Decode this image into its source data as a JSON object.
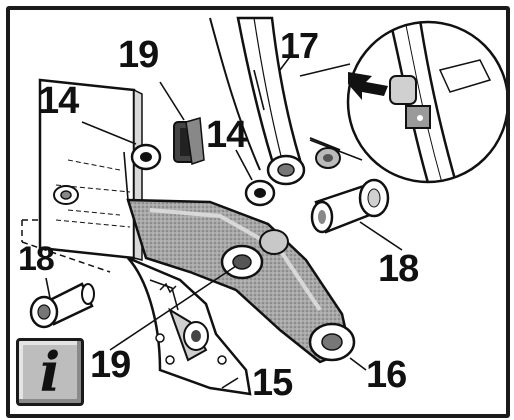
{
  "callouts": {
    "c17": "17",
    "c19_top": "19",
    "c14_left": "14",
    "c14_right": "14",
    "c18_right": "18",
    "c18_left": "18",
    "c19_bottom": "19",
    "c15": "15",
    "c16": "16"
  },
  "info_badge": {
    "glyph": "i",
    "icon": "info-icon"
  },
  "colors": {
    "ink": "#111111",
    "arm_fill": "#9a9a9a",
    "arm_light": "#c8c8c8",
    "paper": "#ffffff",
    "badge": "#bdbdbd"
  }
}
